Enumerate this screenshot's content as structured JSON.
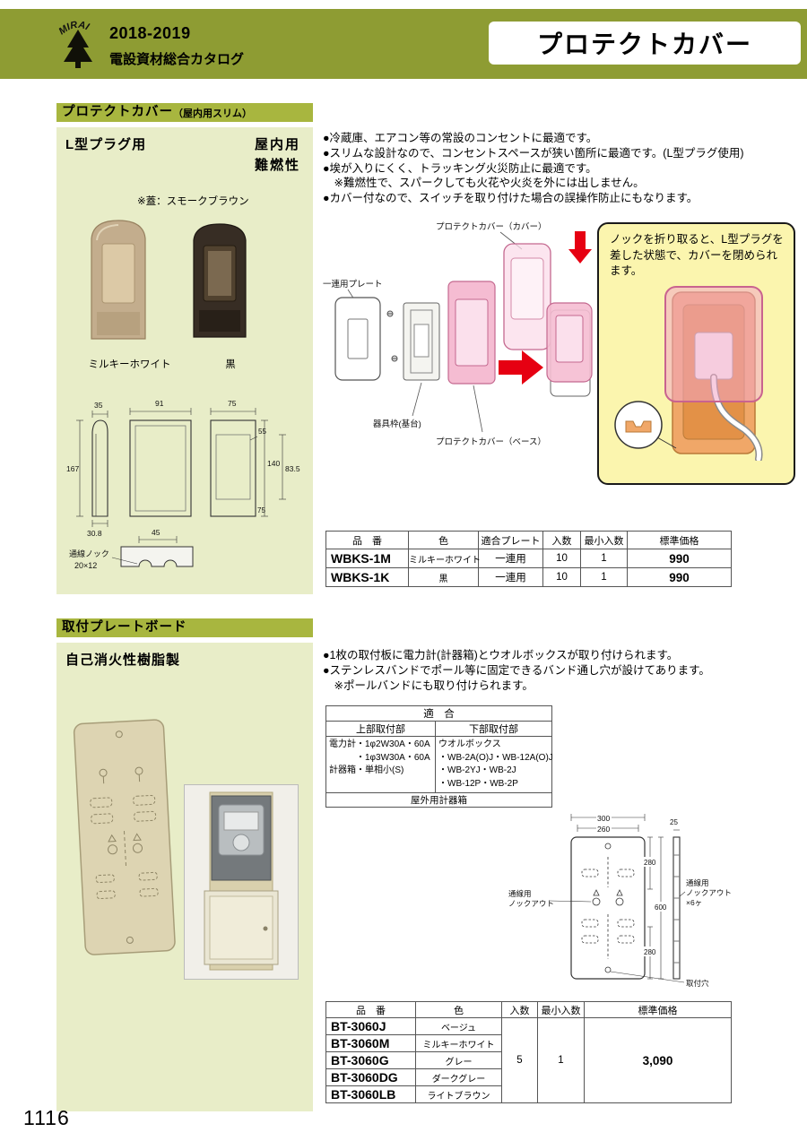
{
  "header": {
    "brand": "MIRAI",
    "years": "2018-2019",
    "catalog": "電設資材総合カタログ",
    "title": "プロテクトカバー"
  },
  "page": {
    "number": "1116"
  },
  "colors": {
    "band_olive": "#8e9c33",
    "section_bar": "#a8b63f",
    "panel_green": "#e8edc8",
    "callout_yellow": "#fbf5ae",
    "accent_red": "#e60012",
    "cover_pink": "#f2a6c6",
    "base_orange": "#f0a768"
  },
  "section1": {
    "title": "プロテクトカバー",
    "subtitle": "（屋内用スリム）",
    "panel": {
      "product_type": "L型プラグ用",
      "attr_indoor": "屋内用",
      "attr_flame": "難燃性",
      "lid_note": "※蓋：スモークブラウン",
      "color_left": "ミルキーホワイト",
      "color_right": "黒"
    },
    "dims": {
      "d35": "35",
      "d167": "167",
      "d308": "30.8",
      "d91": "91",
      "d75a": "75",
      "d55": "55",
      "d140": "140",
      "d835": "83.5",
      "d75b": "75",
      "d45": "45",
      "knock_label": "通線ノック",
      "knock_size": "20×12"
    },
    "bullets": [
      "●冷蔵庫、エアコン等の常設のコンセントに最適です。",
      "●スリムな設計なので、コンセントスペースが狭い箇所に最適です。(L型プラグ使用)",
      "●埃が入りにくく、トラッキング火災防止に最適です。",
      "　※難燃性で、スパークしても火花や火炎を外には出しません。",
      "●カバー付なので、スイッチを取り付けた場合の誤操作防止にもなります。"
    ],
    "diagram": {
      "cover_label": "プロテクトカバー（カバー）",
      "plate_label": "一連用プレート",
      "frame_label": "器具枠(基台)",
      "base_label": "プロテクトカバー（ベース）"
    },
    "callout_text": "ノックを折り取ると、L型プラグを差した状態で、カバーを閉められます。",
    "table": {
      "headers": [
        "品　番",
        "色",
        "適合プレート",
        "入数",
        "最小入数",
        "標準価格"
      ],
      "rows": [
        {
          "code": "WBKS-1M",
          "color": "ミルキーホワイト",
          "plate": "一連用",
          "qty": "10",
          "min": "1",
          "price": "990"
        },
        {
          "code": "WBKS-1K",
          "color": "黒",
          "plate": "一連用",
          "qty": "10",
          "min": "1",
          "price": "990"
        }
      ]
    }
  },
  "section2": {
    "title": "取付プレートボード",
    "panel": {
      "material": "自己消火性樹脂製"
    },
    "bullets": [
      "●1枚の取付板に電力計(計器箱)とウオルボックスが取り付けられます。",
      "●ステンレスバンドでポール等に固定できるバンド通し穴が設けてあります。",
      "　※ポールバンドにも取り付けられます。"
    ],
    "fit": {
      "title": "適　合",
      "upper_header": "上部取付部",
      "lower_header": "下部取付部",
      "upper_lines": [
        "電力計・1φ2W30A・60A",
        "　　　・1φ3W30A・60A",
        "計器箱・単相小(S)"
      ],
      "lower_lines": [
        "ウオルボックス",
        "・WB-2A(O)J・WB-12A(O)J",
        "・WB-2YJ・WB-2J",
        "・WB-12P・WB-2P"
      ],
      "footer": "屋外用計器箱"
    },
    "dims": {
      "d300": "300",
      "d260": "260",
      "d25": "25",
      "d280a": "280",
      "d600": "600",
      "d280b": "280",
      "knockout_l1": "通線用",
      "knockout_l2": "ノックアウト",
      "knockout_r1": "通線用",
      "knockout_r2": "ノックアウト",
      "knockout_r3": "×6ヶ",
      "hole_label": "取付穴"
    },
    "table": {
      "headers": [
        "品　番",
        "色",
        "入数",
        "最小入数",
        "標準価格"
      ],
      "rows": [
        {
          "code": "BT-3060J",
          "color": "ベージュ"
        },
        {
          "code": "BT-3060M",
          "color": "ミルキーホワイト"
        },
        {
          "code": "BT-3060G",
          "color": "グレー"
        },
        {
          "code": "BT-3060DG",
          "color": "ダークグレー"
        },
        {
          "code": "BT-3060LB",
          "color": "ライトブラウン"
        }
      ],
      "qty": "5",
      "min": "1",
      "price": "3,090"
    }
  }
}
